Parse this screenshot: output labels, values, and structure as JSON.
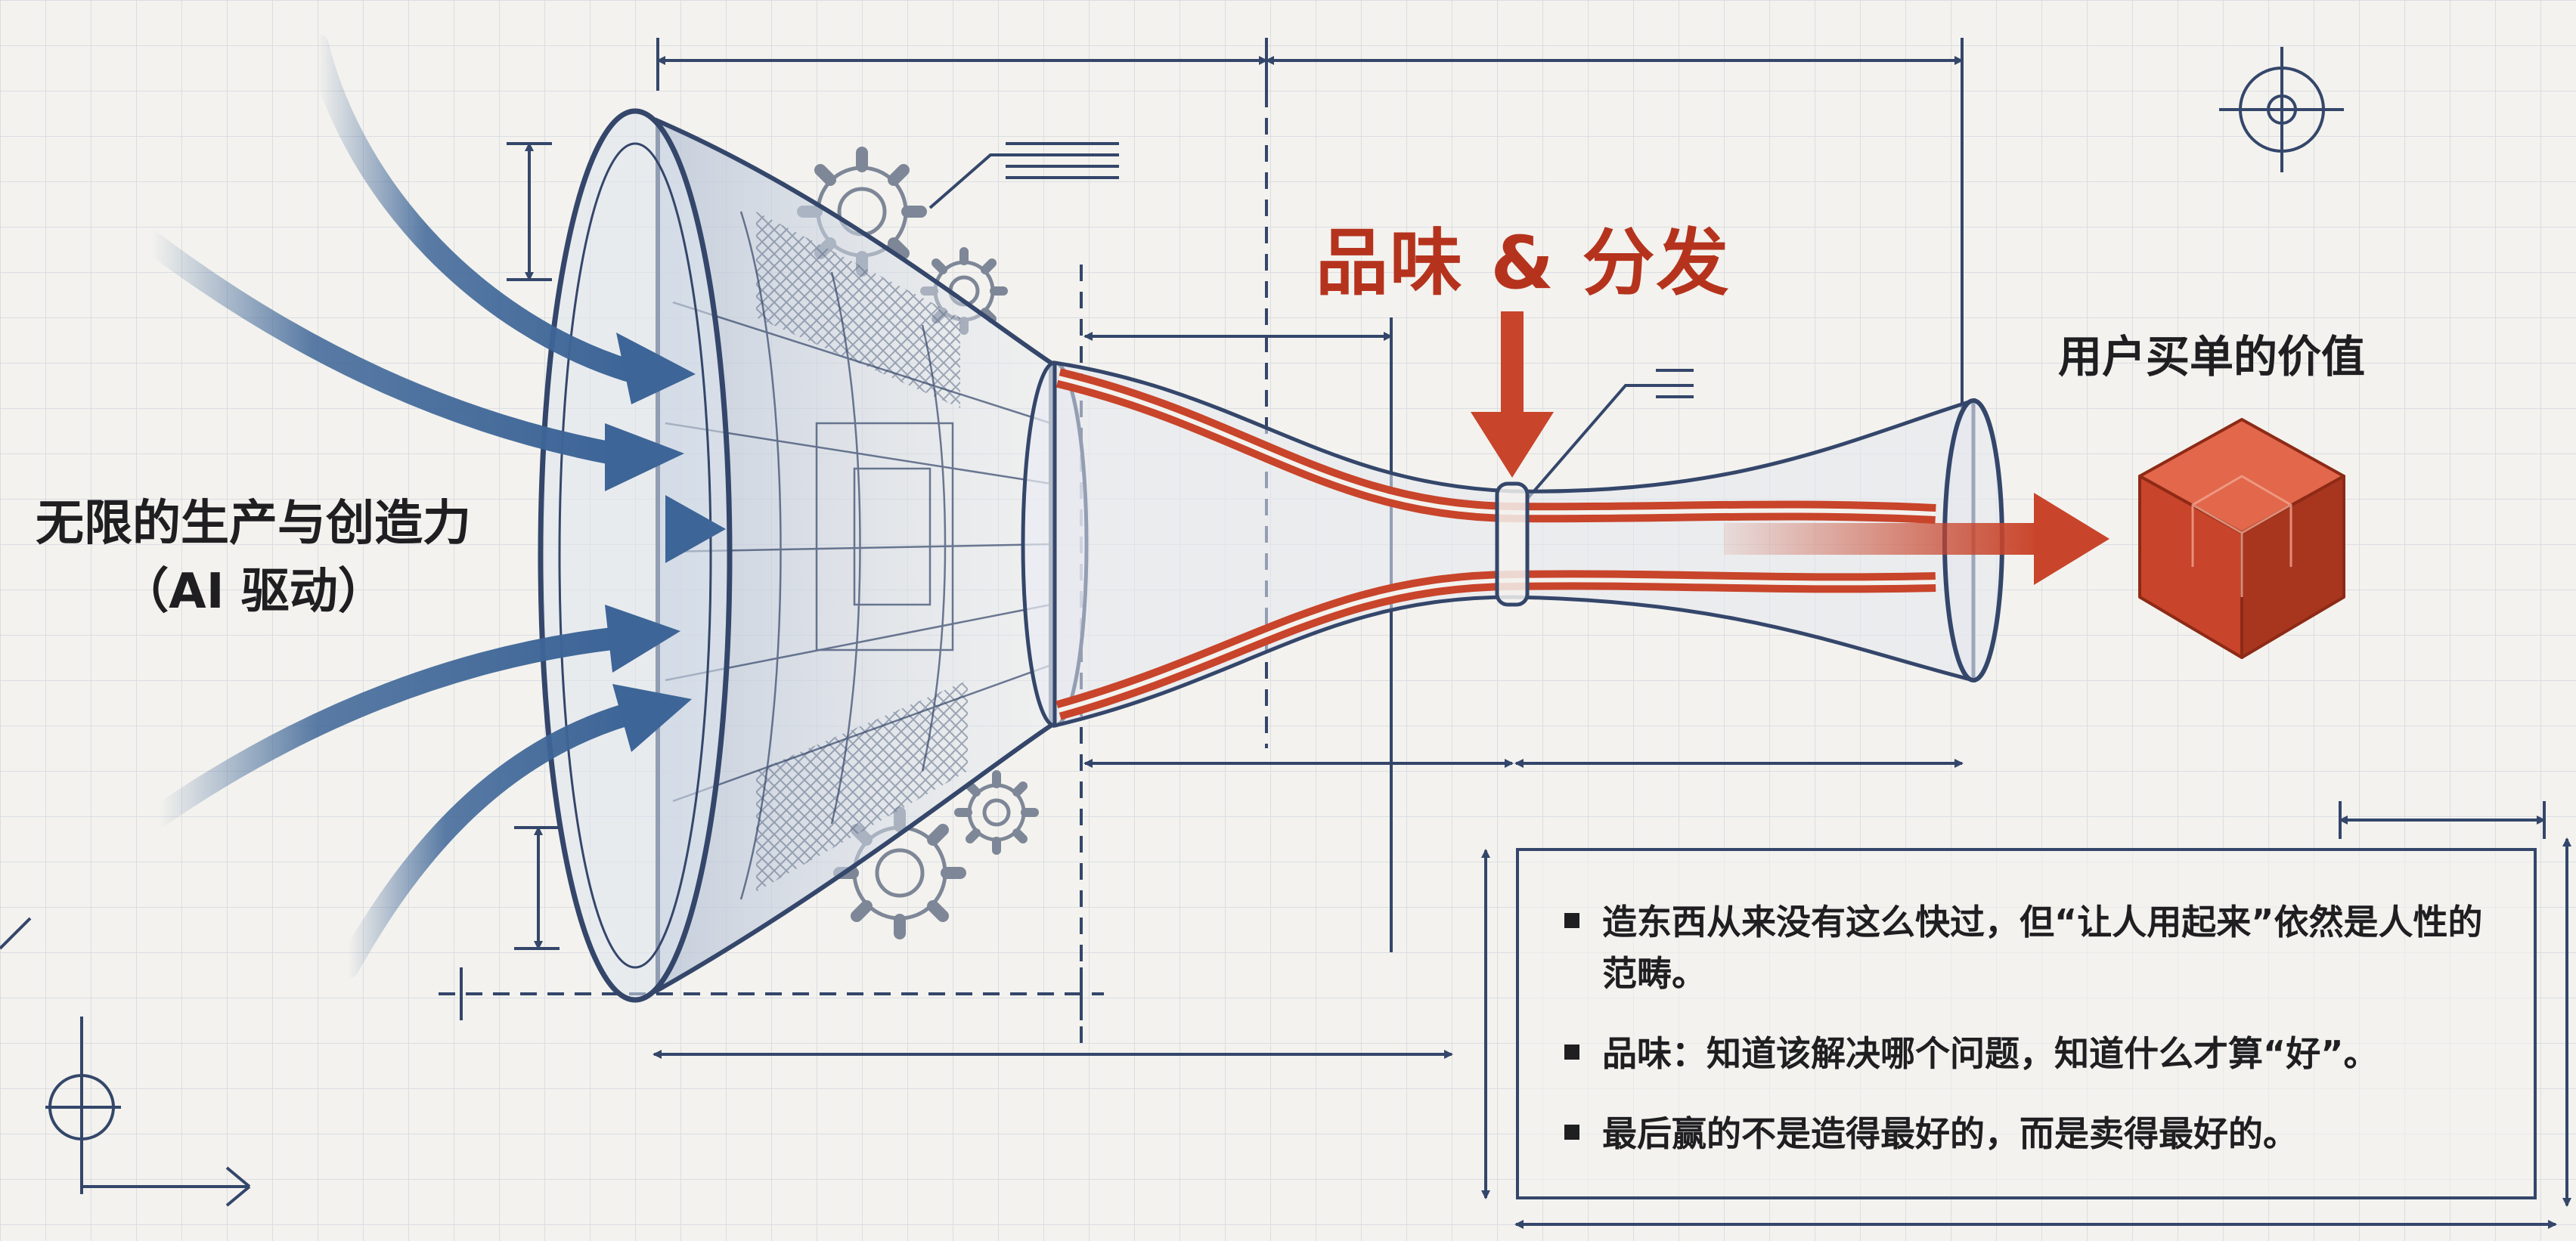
{
  "labels": {
    "input_line1": "无限的生产与创造力",
    "input_line2": "（AI 驱动）",
    "taste_title": "品味 & 分发",
    "output": "用户买单的价值"
  },
  "notes": [
    "造东西从来没有这么快过，但“让人用起来”依然是人性的范畴。",
    "品味：知道该解决哪个问题，知道什么才算“好”。",
    "最后赢的不是造得最好的，而是卖得最好的。"
  ],
  "colors": {
    "blueprint_line": "#34466a",
    "input_arrow": "#3d6597",
    "taste_accent": "#b5331d",
    "cube": "#c8442a",
    "background": "#f3f2ee"
  },
  "icons": [
    "input-flow-arrow-icon",
    "funnel-icon",
    "gear-icon",
    "down-arrow-icon",
    "output-arrow-icon",
    "value-cube-icon",
    "crosshair-icon"
  ]
}
